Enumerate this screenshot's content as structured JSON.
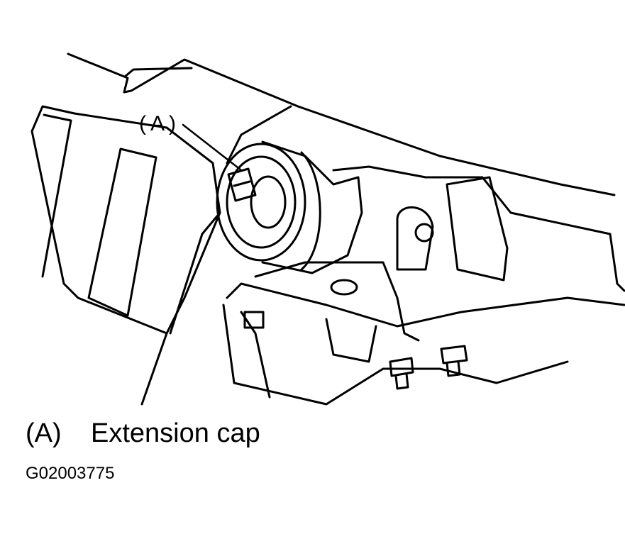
{
  "illustration": {
    "callout_label": "(A)"
  },
  "legend": {
    "items": [
      {
        "key": "(A)",
        "description": "Extension cap"
      }
    ]
  },
  "figure_id": "G02003775"
}
